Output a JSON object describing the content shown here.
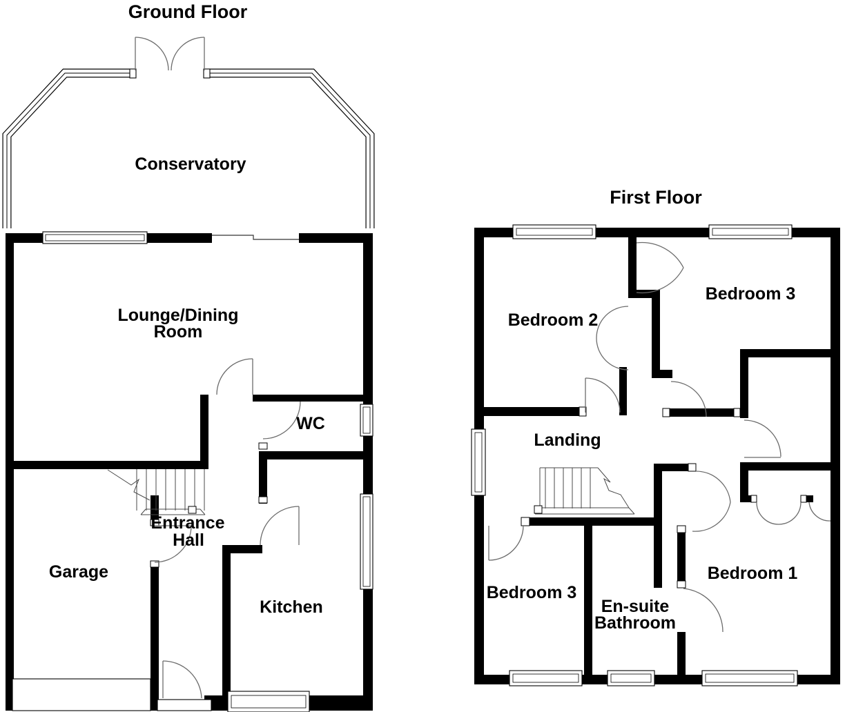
{
  "ground_floor": {
    "title": "Ground Floor",
    "rooms": {
      "conservatory": {
        "label": "Conservatory"
      },
      "lounge": {
        "line1": "Lounge/Dining",
        "line2": "Room"
      },
      "wc": {
        "label": "WC"
      },
      "entrance_hall": {
        "line1": "Entrance",
        "line2": "Hall"
      },
      "garage": {
        "label": "Garage"
      },
      "kitchen": {
        "label": "Kitchen"
      }
    }
  },
  "first_floor": {
    "title": "First Floor",
    "rooms": {
      "bedroom2": {
        "label": "Bedroom 2"
      },
      "bedroom3_top": {
        "label": "Bedroom 3"
      },
      "landing": {
        "label": "Landing"
      },
      "bedroom3_bottom": {
        "label": "Bedroom 3"
      },
      "ensuite": {
        "line1": "En-suite",
        "line2": "Bathroom"
      },
      "bedroom1": {
        "label": "Bedroom 1"
      }
    }
  },
  "colors": {
    "wall": "#000000",
    "background": "#ffffff",
    "door_swing": "#6b6b6b"
  }
}
